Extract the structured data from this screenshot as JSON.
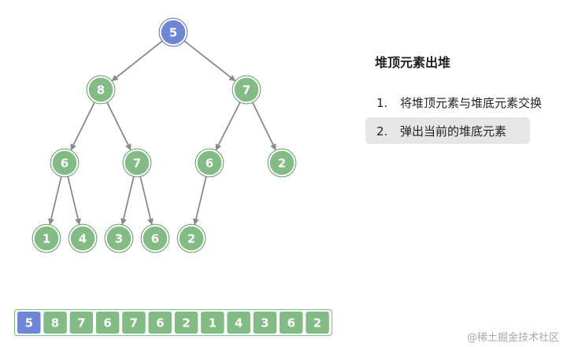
{
  "heap": {
    "nodes": [
      {
        "id": 0,
        "value": "5",
        "state": "top"
      },
      {
        "id": 1,
        "value": "8",
        "state": "normal"
      },
      {
        "id": 2,
        "value": "7",
        "state": "normal"
      },
      {
        "id": 3,
        "value": "6",
        "state": "normal"
      },
      {
        "id": 4,
        "value": "7",
        "state": "normal"
      },
      {
        "id": 5,
        "value": "6",
        "state": "normal"
      },
      {
        "id": 6,
        "value": "2",
        "state": "normal"
      },
      {
        "id": 7,
        "value": "1",
        "state": "normal"
      },
      {
        "id": 8,
        "value": "4",
        "state": "normal"
      },
      {
        "id": 9,
        "value": "3",
        "state": "normal"
      },
      {
        "id": 10,
        "value": "6",
        "state": "normal"
      },
      {
        "id": 11,
        "value": "2",
        "state": "normal"
      }
    ],
    "edges": [
      [
        0,
        1
      ],
      [
        0,
        2
      ],
      [
        1,
        3
      ],
      [
        1,
        4
      ],
      [
        2,
        5
      ],
      [
        2,
        6
      ],
      [
        3,
        7
      ],
      [
        3,
        8
      ],
      [
        4,
        9
      ],
      [
        4,
        10
      ],
      [
        5,
        11
      ]
    ]
  },
  "array": {
    "cells": [
      {
        "value": "5",
        "state": "top"
      },
      {
        "value": "8",
        "state": "normal"
      },
      {
        "value": "7",
        "state": "normal"
      },
      {
        "value": "6",
        "state": "normal"
      },
      {
        "value": "7",
        "state": "normal"
      },
      {
        "value": "6",
        "state": "normal"
      },
      {
        "value": "2",
        "state": "normal"
      },
      {
        "value": "1",
        "state": "normal"
      },
      {
        "value": "4",
        "state": "normal"
      },
      {
        "value": "3",
        "state": "normal"
      },
      {
        "value": "6",
        "state": "normal"
      },
      {
        "value": "2",
        "state": "normal"
      }
    ]
  },
  "panel": {
    "title": "堆顶元素出堆",
    "steps": [
      {
        "num": "1.",
        "text": "将堆顶元素与堆底元素交换",
        "active": false
      },
      {
        "num": "2.",
        "text": "弹出当前的堆底元素",
        "active": true
      }
    ]
  },
  "watermark": "@稀土掘金技术社区",
  "colors": {
    "top_fill": "#6f86d6",
    "node_fill": "#82bb84",
    "node_border": "#5e9e61",
    "edge": "#8a8a8a",
    "active_step_bg": "#e6e6e6"
  }
}
